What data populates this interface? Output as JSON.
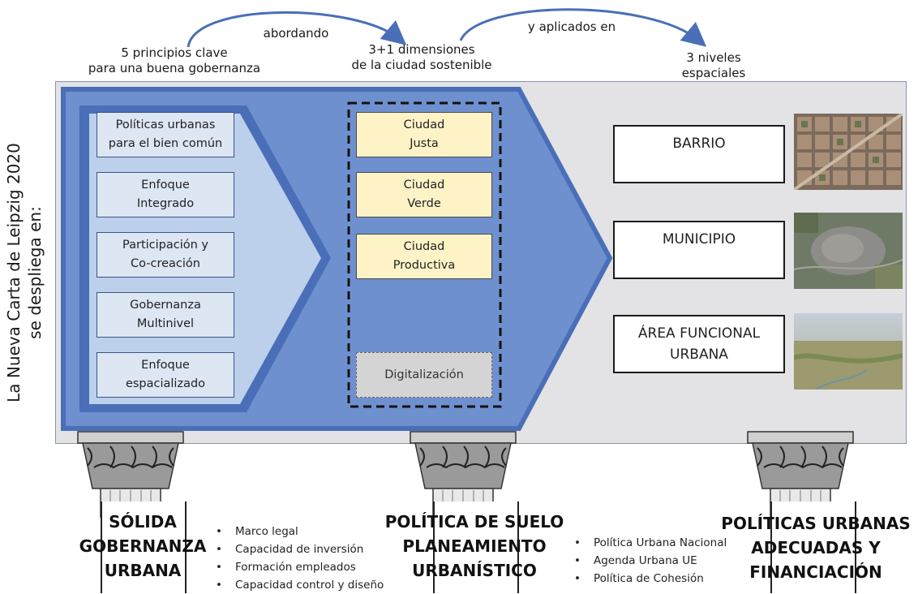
{
  "header": {
    "principles_caption": "5 principios clave\npara una buena gobernanza",
    "arrow1_label": "abordando",
    "dimensions_caption": "3+1 dimensiones\nde la ciudad sostenible",
    "arrow2_label": "y aplicados en",
    "levels_caption": "3 niveles\nespaciales"
  },
  "side_title": "La Nueva Carta de Leipzig 2020\nse despliega en:",
  "principles": [
    "Políticas urbanas\npara el bien común",
    "Enfoque\nIntegrado",
    "Participación y\nCo-creación",
    "Gobernanza\nMultinivel",
    "Enfoque\nespacializado"
  ],
  "dimensions": [
    "Ciudad\nJusta",
    "Ciudad\nVerde",
    "Ciudad\nProductiva"
  ],
  "extra_dimension": "Digitalización",
  "levels": [
    "BARRIO",
    "MUNICIPIO",
    "ÁREA FUNCIONAL\nURBANA"
  ],
  "pillars": [
    {
      "title": "SÓLIDA\nGOBERNANZA\nURBANA",
      "bullets": [
        "Marco legal",
        "Capacidad de inversión",
        "Formación empleados",
        "Capacidad control y diseño"
      ]
    },
    {
      "title": "POLÍTICA DE SUELO\nPLANEAMIENTO\nURBANÍSTICO",
      "bullets": [
        "Política Urbana Nacional",
        "Agenda Urbana UE",
        "Política de Cohesión"
      ]
    },
    {
      "title": "POLÍTICAS URBANAS\nADECUADAS Y\nFINANCIACIÓN",
      "bullets": []
    }
  ],
  "colors": {
    "chevron_dark": "#4a6fb8",
    "chevron_mid": "#6f90cf",
    "chevron_light": "#bcd0ec",
    "dimension_fill": "#fdf3c6",
    "panel": "#e3e3e6"
  }
}
